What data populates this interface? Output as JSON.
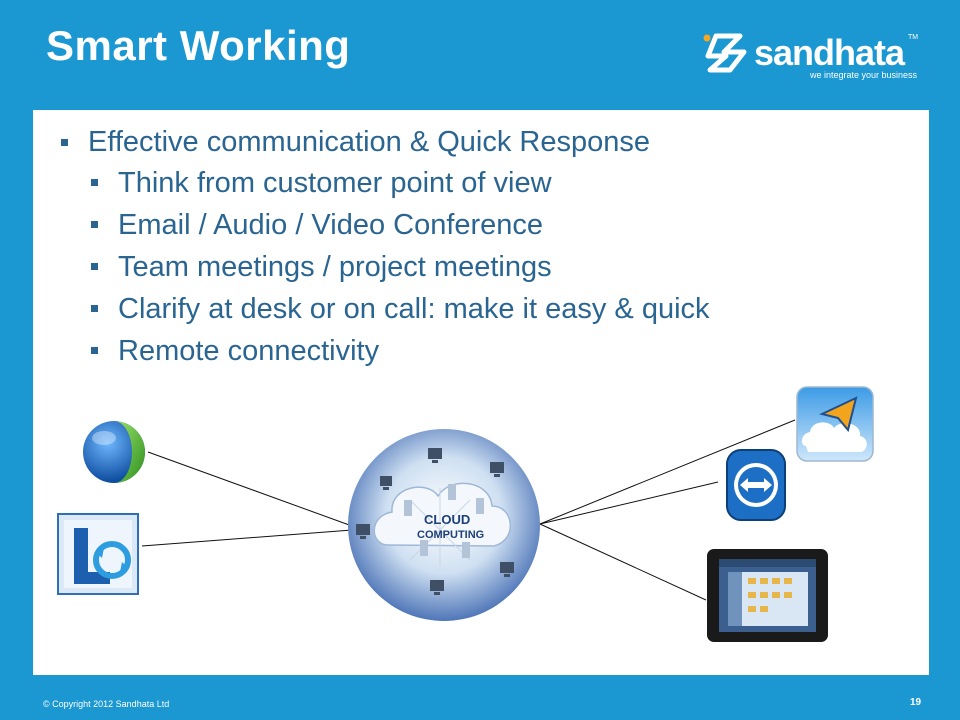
{
  "slide": {
    "title": "Smart Working",
    "logo": {
      "name": "sandhata",
      "trademark": "TM",
      "tagline": "we integrate your business"
    },
    "bullets": [
      {
        "level": 1,
        "text": "Effective communication & Quick Response"
      },
      {
        "level": 2,
        "text": "Think from customer point of view"
      },
      {
        "level": 2,
        "text": "Email / Audio / Video Conference"
      },
      {
        "level": 2,
        "text": "Team meetings / project meetings"
      },
      {
        "level": 2,
        "text": "Clarify at desk or on call: make it easy & quick"
      },
      {
        "level": 2,
        "text": "Remote connectivity"
      }
    ],
    "diagram": {
      "cloud_label_1": "CLOUD",
      "cloud_label_2": "COMPUTING",
      "icons": [
        "globe-icon",
        "lync-icon",
        "cloud-app-icon",
        "teamviewer-icon",
        "tablet-icon"
      ]
    },
    "footer": {
      "copyright": "© Copyright  2012 Sandhata Ltd",
      "page": "19"
    },
    "colors": {
      "background": "#1b97d2",
      "text": "#2a6592",
      "white": "#ffffff"
    }
  }
}
